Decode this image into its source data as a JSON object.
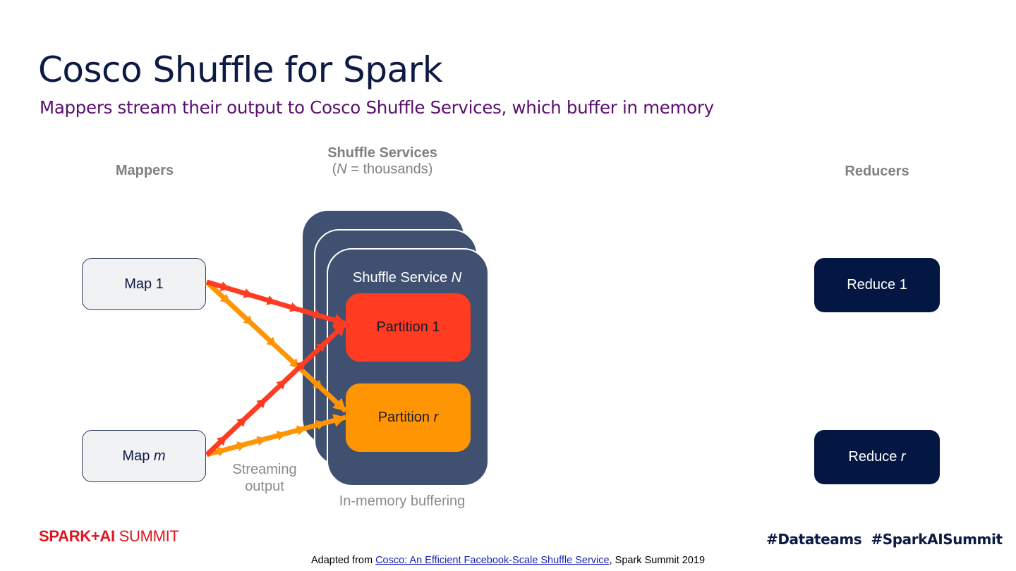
{
  "slide": {
    "title": "Cosco Shuffle for Spark",
    "subtitle": "Mappers stream their output to Cosco Shuffle Services, which buffer in memory"
  },
  "columns": {
    "mappers": "Mappers",
    "shuffle_services": "Shuffle Services",
    "shuffle_services_note_var": "N",
    "shuffle_services_note_rest": " = thousands)",
    "shuffle_services_note_open": "(",
    "reducers": "Reducers"
  },
  "mappers": [
    {
      "label": "Map ",
      "var": "1",
      "var_italic": false
    },
    {
      "label": "Map ",
      "var": "m",
      "var_italic": true
    }
  ],
  "shuffle_service": {
    "label": "Shuffle Service ",
    "var": "N",
    "partitions": [
      {
        "label": "Partition ",
        "var": "1",
        "var_italic": false,
        "color": "#ff3b22"
      },
      {
        "label": "Partition ",
        "var": "r",
        "var_italic": true,
        "color": "#ff9502"
      }
    ]
  },
  "reducers": [
    {
      "label": "Reduce ",
      "var": "1",
      "var_italic": false
    },
    {
      "label": "Reduce ",
      "var": "r",
      "var_italic": true
    }
  ],
  "captions": {
    "streaming_line1": "Streaming",
    "streaming_line2": "output",
    "buffering": "In-memory buffering"
  },
  "colors": {
    "partition_1_stream": "#ff3b22",
    "partition_r_stream": "#ff9502",
    "service_bg": "#3f5070",
    "reducer_bg": "#041742"
  },
  "branding": {
    "logo_bold": "SPARK+AI",
    "logo_thin": " SUMMIT",
    "hashtags": "#Datateams  #SparkAISummit"
  },
  "footer": {
    "prefix": "Adapted from ",
    "link_text": "Cosco: An Efficient Facebook-Scale Shuffle Service",
    "suffix": ", Spark Summit 2019"
  }
}
